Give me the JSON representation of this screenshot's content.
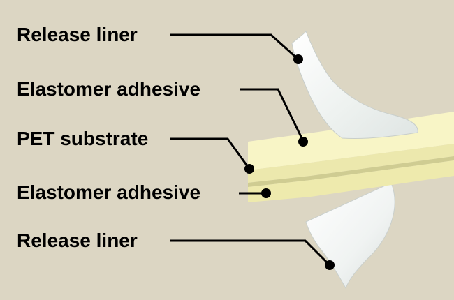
{
  "background_color": "#dcd6c3",
  "layers": [
    {
      "label": "Release liner"
    },
    {
      "label": "Elastomer adhesive"
    },
    {
      "label": "PET substrate"
    },
    {
      "label": "Elastomer adhesive"
    },
    {
      "label": "Release liner"
    }
  ],
  "colors": {
    "adhesive": "#f7f4c2",
    "substrate": "#dcd99f",
    "liner": "#f1f4f2",
    "leader_line": "#000000"
  }
}
